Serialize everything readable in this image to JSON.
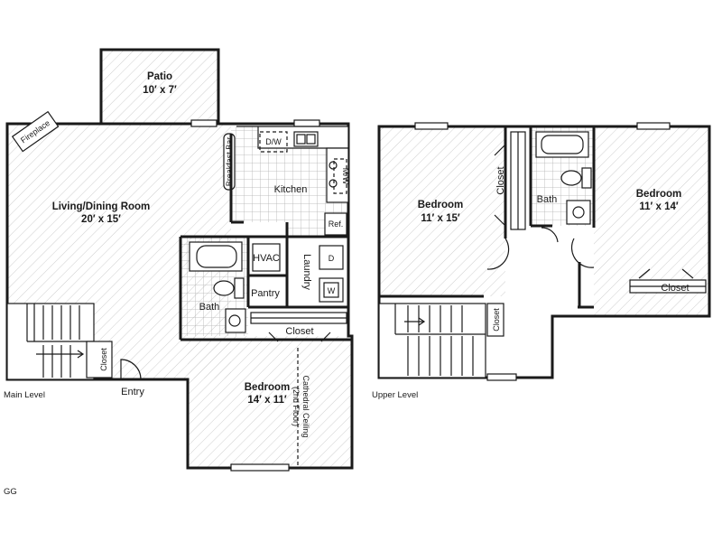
{
  "main_level": {
    "caption": "Main Level",
    "patio": {
      "name": "Patio",
      "size": "10′ x 7′"
    },
    "living": {
      "name": "Living/Dining Room",
      "size": "20′ x 15′"
    },
    "kitchen": "Kitchen",
    "fireplace": "Fireplace",
    "breakfast_bar": "Breakfast Bar",
    "dishwasher": "D/W",
    "microwave": "M/W",
    "refrigerator": "Ref.",
    "hvac": "HVAC",
    "laundry": "Laundry",
    "dryer": "D",
    "washer": "W",
    "pantry": "Pantry",
    "bath": "Bath",
    "closet_stair": "Closet",
    "closet_bedroom": "Closet",
    "entry": "Entry",
    "bedroom": {
      "name": "Bedroom",
      "size": "14′ x 11′"
    },
    "cathedral_note_1": "Cathedral Ceiling",
    "cathedral_note_2": "(2nd Floor)"
  },
  "upper_level": {
    "caption": "Upper Level",
    "bedroom_left": {
      "name": "Bedroom",
      "size": "11′ x 15′"
    },
    "bedroom_right": {
      "name": "Bedroom",
      "size": "11′ x 14′"
    },
    "closet_left": "Closet",
    "closet_right": "Closet",
    "closet_stair": "Closet",
    "bath": "Bath"
  },
  "plan_code": "GG"
}
